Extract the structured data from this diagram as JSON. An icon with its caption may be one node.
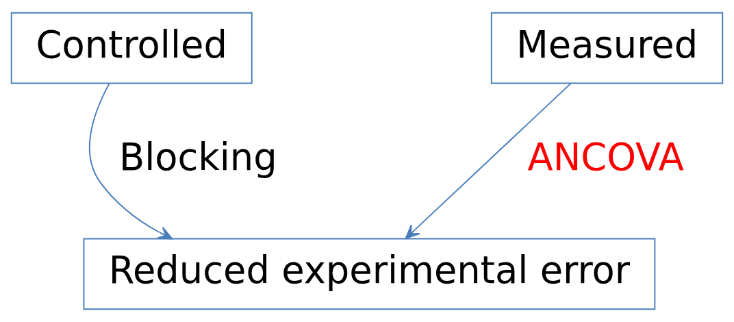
{
  "diagram": {
    "nodes": [
      {
        "text": [
          "Controlled"
        ]
      },
      {
        "text": [
          "Measured"
        ]
      },
      {
        "text": [
          "Reduced experimental error"
        ]
      }
    ],
    "edges": [
      {
        "from": 0,
        "to": 2,
        "arrow": "to",
        "label": "Blocking"
      },
      {
        "from": 1,
        "to": 2,
        "arrow": "to",
        "label": "ANCOVA"
      }
    ]
  }
}
